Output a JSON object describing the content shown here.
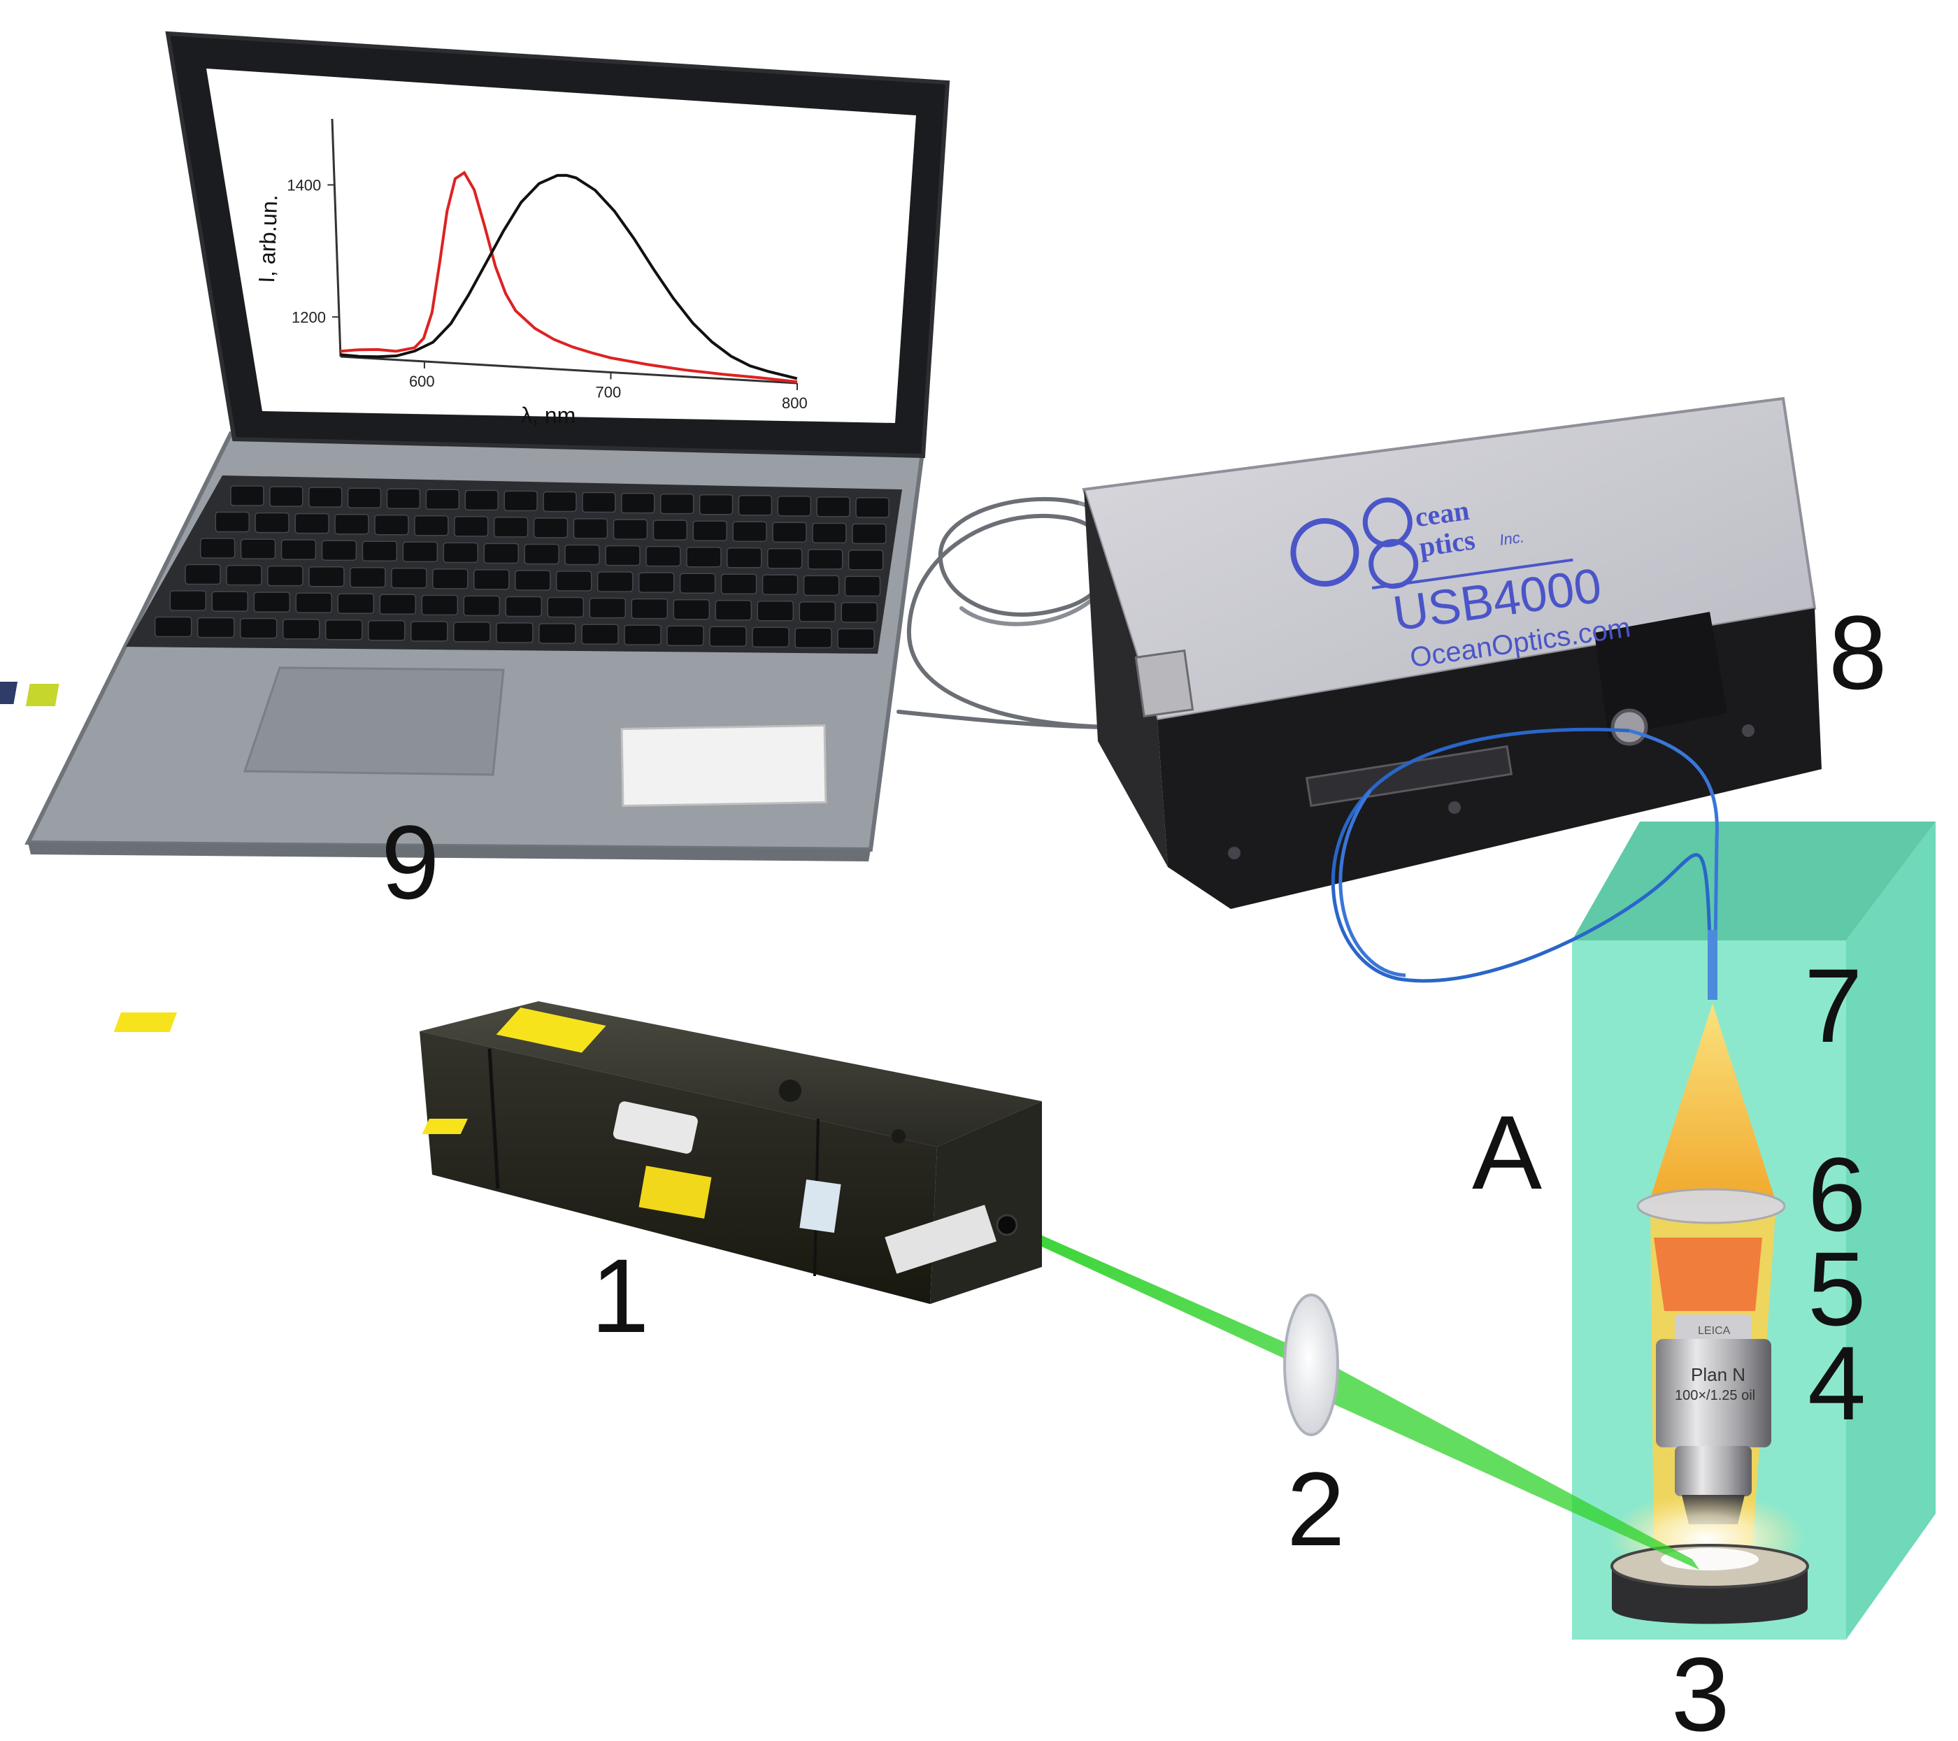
{
  "labels": {
    "laser": "1",
    "lens": "2",
    "sample": "3",
    "objective": "4",
    "filter": "5",
    "collimator_lens": "6",
    "fiber_tip": "7",
    "spectrometer": "8",
    "laptop": "9",
    "chamber": "A"
  },
  "spectrometer": {
    "brand_line1": "cean",
    "brand_line2": "ptics",
    "brand_suffix": "Inc.",
    "model": "USB4000",
    "website": "OceanOptics.com"
  },
  "objective": {
    "brand": "LEICA",
    "type": "Plan N",
    "spec": "100×/1.25 oil"
  },
  "chart_data": {
    "type": "line",
    "xlabel": "λ, nm",
    "ylabel": "I, arb.un.",
    "x_ticks": [
      600,
      700,
      800
    ],
    "y_ticks": [
      1200,
      1400
    ],
    "xlim": [
      555,
      800
    ],
    "ylim": [
      1140,
      1500
    ],
    "series": [
      {
        "color": "#dd2222",
        "x": [
          555,
          565,
          575,
          585,
          595,
          600,
          605,
          610,
          615,
          620,
          625,
          630,
          635,
          640,
          645,
          650,
          660,
          670,
          680,
          690,
          700,
          720,
          740,
          760,
          780,
          800
        ],
        "y": [
          1148,
          1152,
          1154,
          1153,
          1160,
          1175,
          1215,
          1290,
          1370,
          1420,
          1430,
          1405,
          1350,
          1290,
          1250,
          1225,
          1200,
          1185,
          1175,
          1168,
          1162,
          1155,
          1150,
          1147,
          1145,
          1142
        ]
      },
      {
        "color": "#111111",
        "x": [
          555,
          565,
          575,
          585,
          595,
          605,
          615,
          625,
          635,
          645,
          655,
          665,
          675,
          680,
          685,
          695,
          705,
          715,
          725,
          735,
          745,
          755,
          765,
          775,
          785,
          800
        ],
        "y": [
          1143,
          1142,
          1143,
          1146,
          1155,
          1170,
          1200,
          1245,
          1295,
          1345,
          1390,
          1420,
          1434,
          1435,
          1432,
          1415,
          1385,
          1345,
          1300,
          1258,
          1222,
          1195,
          1175,
          1162,
          1155,
          1147
        ]
      }
    ]
  },
  "colors": {
    "laser_beam": "#39d72f",
    "chamber": "#7fe6c8",
    "emission": "#ffc13a",
    "fiber": "#2a66c9",
    "filter": "#f07d3b",
    "laser_warning_label": "#f7e31c"
  }
}
